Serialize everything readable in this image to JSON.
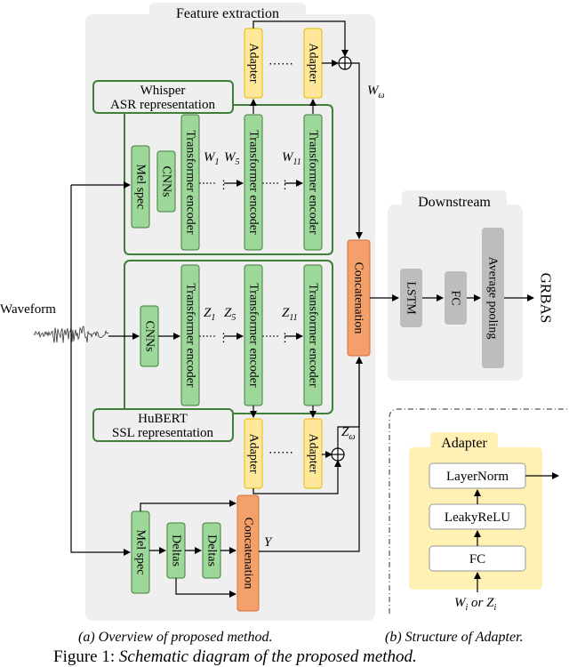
{
  "colors": {
    "panel_gray": "#efefef",
    "green_fill": "#9dd79a",
    "green_stroke": "#3f7f3a",
    "yellow_fill": "#ffe89a",
    "yellow_stroke": "#e8b800",
    "orange_fill": "#f4a06a",
    "orange_stroke": "#d0703a",
    "gray_fill": "#bdbdbd",
    "adapter_panel": "#fff0b3"
  },
  "feature_extraction": {
    "title": "Feature extraction",
    "whisper_label_1": "Whisper",
    "whisper_label_2": "ASR representation",
    "hubert_label_1": "HuBERT",
    "hubert_label_2": "SSL representation",
    "mel_spec": "Mel spec",
    "cnns": "CNNs",
    "transformer_encoder": "Transformer encoder",
    "adapter": "Adapter",
    "dots": "⋯⋯",
    "w1": "W",
    "w1_sub": "1",
    "w5": "W",
    "w5_sub": "5",
    "w11": "W",
    "w11_sub": "11",
    "w_omega": "W",
    "w_omega_sub": "ω",
    "z1": "Z",
    "z1_sub": "1",
    "z5": "Z",
    "z5_sub": "5",
    "z11": "Z",
    "z11_sub": "11",
    "z_omega": "Z",
    "z_omega_sub": "ω",
    "concatenation": "Concatenation",
    "deltas": "Deltas",
    "y_label": "Y"
  },
  "waveform": {
    "label": "Waveform"
  },
  "downstream": {
    "title": "Downstream",
    "lstm": "LSTM",
    "fc": "FC",
    "pooling": "Average pooling",
    "output": "GRBAS"
  },
  "adapter_structure": {
    "title": "Adapter",
    "layernorm": "LayerNorm",
    "leakyrelu": "LeakyReLU",
    "fc": "FC",
    "input_label": "W",
    "input_sub1": "i",
    "input_or": " or ",
    "input_label2": "Z",
    "input_sub2": "i"
  },
  "captions": {
    "a": "(a) Overview of proposed method.",
    "b": "(b) Structure of Adapter.",
    "figure_prefix": "Figure 1:",
    "figure_text": "Schematic diagram of the proposed method."
  }
}
